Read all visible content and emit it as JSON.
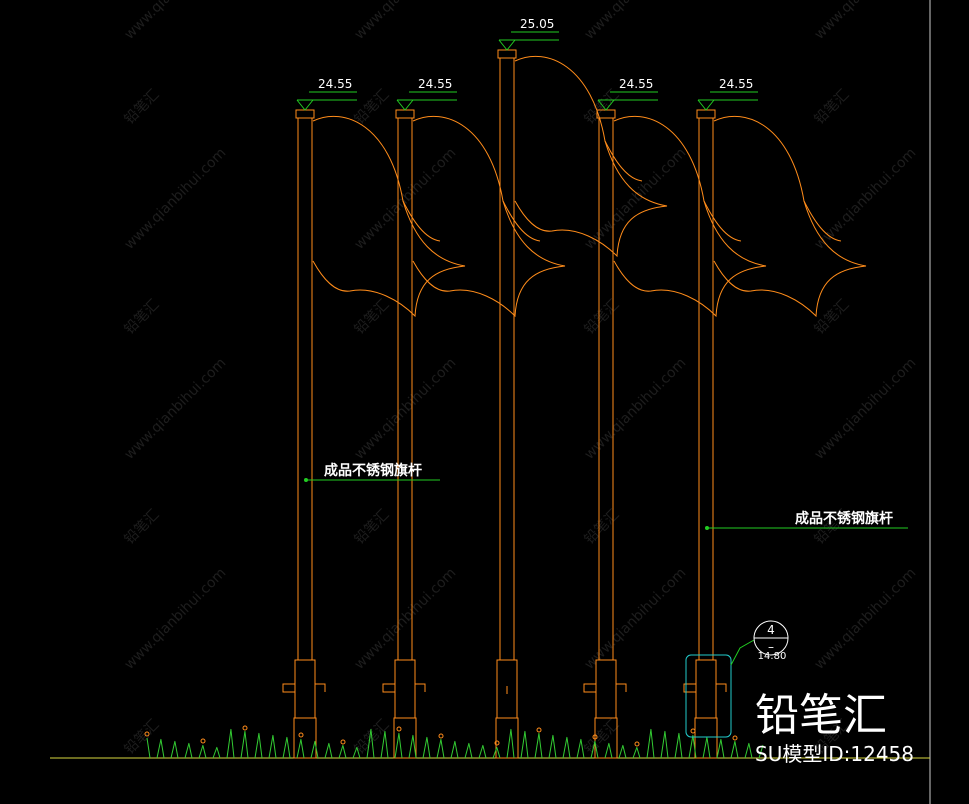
{
  "colors": {
    "background": "#000000",
    "pole": "#ff8c1a",
    "flag": "#ff8c1a",
    "elevation_marker": "#22cc22",
    "leader": "#22cc22",
    "grass": "#33cc33",
    "flower": "#ff8c1a",
    "ground": "#d8d840",
    "detail_box": "#22cccc",
    "border": "#cccccc",
    "text": "#ffffff"
  },
  "poles": [
    {
      "elevation": "24.55"
    },
    {
      "elevation": "24.55"
    },
    {
      "elevation": "25.05"
    },
    {
      "elevation": "24.55"
    },
    {
      "elevation": "24.55"
    }
  ],
  "callouts": [
    {
      "label": "成品不锈钢旗杆"
    },
    {
      "label": "成品不锈钢旗杆"
    }
  ],
  "detail_bubble": {
    "number": "4",
    "sub": "–"
  },
  "dimension_text": "14.80",
  "watermark": {
    "text": "www.qianbihui.com",
    "logo": "铅笔汇"
  },
  "branding": {
    "logo": "铅笔汇",
    "model_id": "SU模型ID:12458"
  }
}
